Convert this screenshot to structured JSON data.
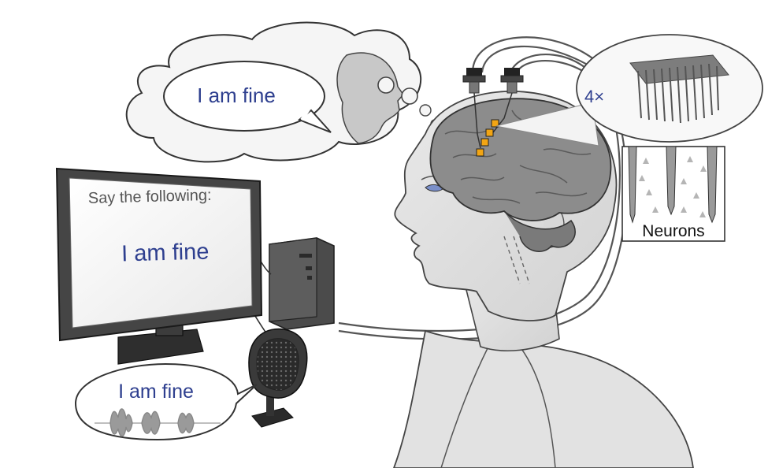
{
  "thought_bubble": {
    "text": "I am fine"
  },
  "monitor": {
    "prompt": "Say the following:",
    "sentence": "I am fine"
  },
  "speech_bubble": {
    "text": "I am fine"
  },
  "array_inset": {
    "count_label": "4×"
  },
  "neurons_inset": {
    "label": "Neurons"
  },
  "colors": {
    "text_blue": "#2e3f8f",
    "electrode_orange": "#f2a514",
    "brain_gray": "#8c8c8c",
    "outline": "#333333"
  }
}
